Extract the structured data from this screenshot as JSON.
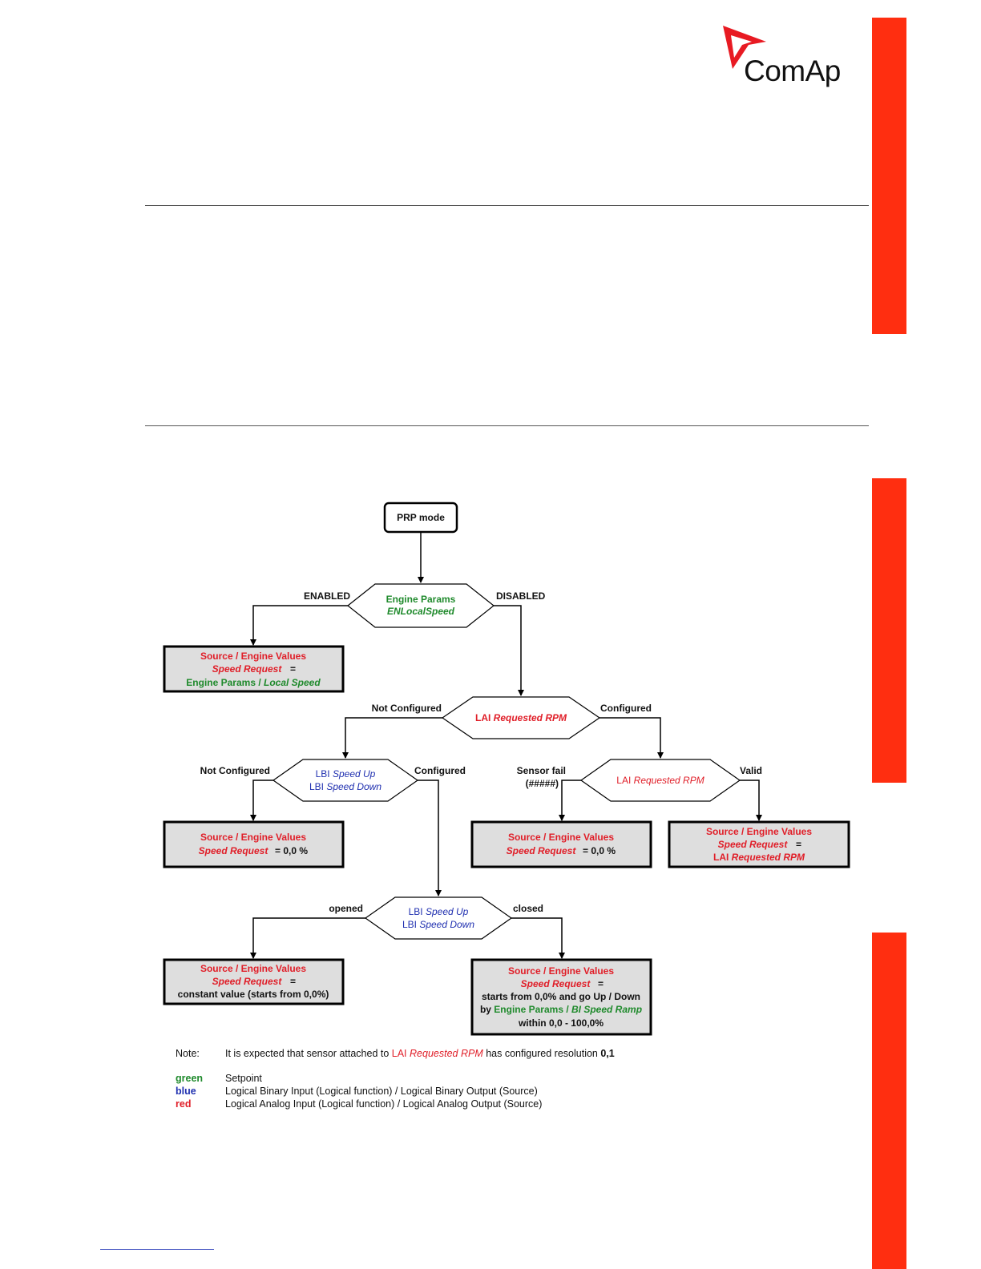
{
  "brand": {
    "logo_text": "ComAp",
    "accent_color": "#ff2e10"
  },
  "colors": {
    "green": "#1f8a2c",
    "blue": "#2030b0",
    "red": "#e01e28",
    "box_fill": "#dedede"
  },
  "diagram": {
    "start": "PRP mode",
    "d1": {
      "line1": "Engine Params",
      "line2": "ENLocalSpeed",
      "left": "ENABLED",
      "right": "DISABLED"
    },
    "b1": {
      "l1": "Source / Engine Values",
      "l2": "Speed Request",
      "eq": "=",
      "l3a": "Engine Params / ",
      "l3b": "Local Speed"
    },
    "d2": {
      "line1a": "LAI ",
      "line1b": "Requested RPM",
      "left": "Not Configured",
      "right": "Configured"
    },
    "d3": {
      "l1a": "LBI ",
      "l1b": "Speed Up",
      "l2a": "LBI ",
      "l2b": "Speed Down",
      "left": "Not Configured",
      "right": "Configured"
    },
    "d4": {
      "line1a": "LAI ",
      "line1b": "Requested RPM",
      "left1": "Sensor fail",
      "left2": "(#####)",
      "right": "Valid"
    },
    "b2": {
      "l1": "Source / Engine Values",
      "l2": "Speed Request",
      "val": "= 0,0 %"
    },
    "b3": {
      "l1": "Source / Engine Values",
      "l2": "Speed Request",
      "val": "= 0,0 %"
    },
    "b4": {
      "l1": "Source / Engine Values",
      "l2": "Speed Request",
      "eq": "=",
      "l3a": "LAI ",
      "l3b": "Requested RPM"
    },
    "d5": {
      "l1a": "LBI ",
      "l1b": "Speed Up",
      "l2a": "LBI ",
      "l2b": "Speed Down",
      "left": "opened",
      "right": "closed"
    },
    "b5": {
      "l1": "Source / Engine Values",
      "l2": "Speed Request",
      "eq": "=",
      "l3": "constant value (starts from 0,0%)"
    },
    "b6": {
      "l1": "Source / Engine Values",
      "l2": "Speed Request",
      "eq": "=",
      "l3": "starts from 0,0% and go Up / Down",
      "l4a": "by ",
      "l4b": "Engine Params / ",
      "l4c": "BI Speed Ramp",
      "l5": "within 0,0 - 100,0%"
    }
  },
  "notes": {
    "label": "Note:",
    "text_a": "It is expected that sensor attached to ",
    "text_b": "LAI ",
    "text_c": "Requested RPM",
    "text_d": " has configured resolution ",
    "text_e": "0,1",
    "legend": [
      {
        "key": "green",
        "desc": "Setpoint"
      },
      {
        "key": "blue",
        "desc": "Logical Binary Input (Logical function) / Logical Binary Output (Source)"
      },
      {
        "key": "red",
        "desc": "Logical Analog Input (Logical function) / Logical Analog Output (Source)"
      }
    ]
  }
}
